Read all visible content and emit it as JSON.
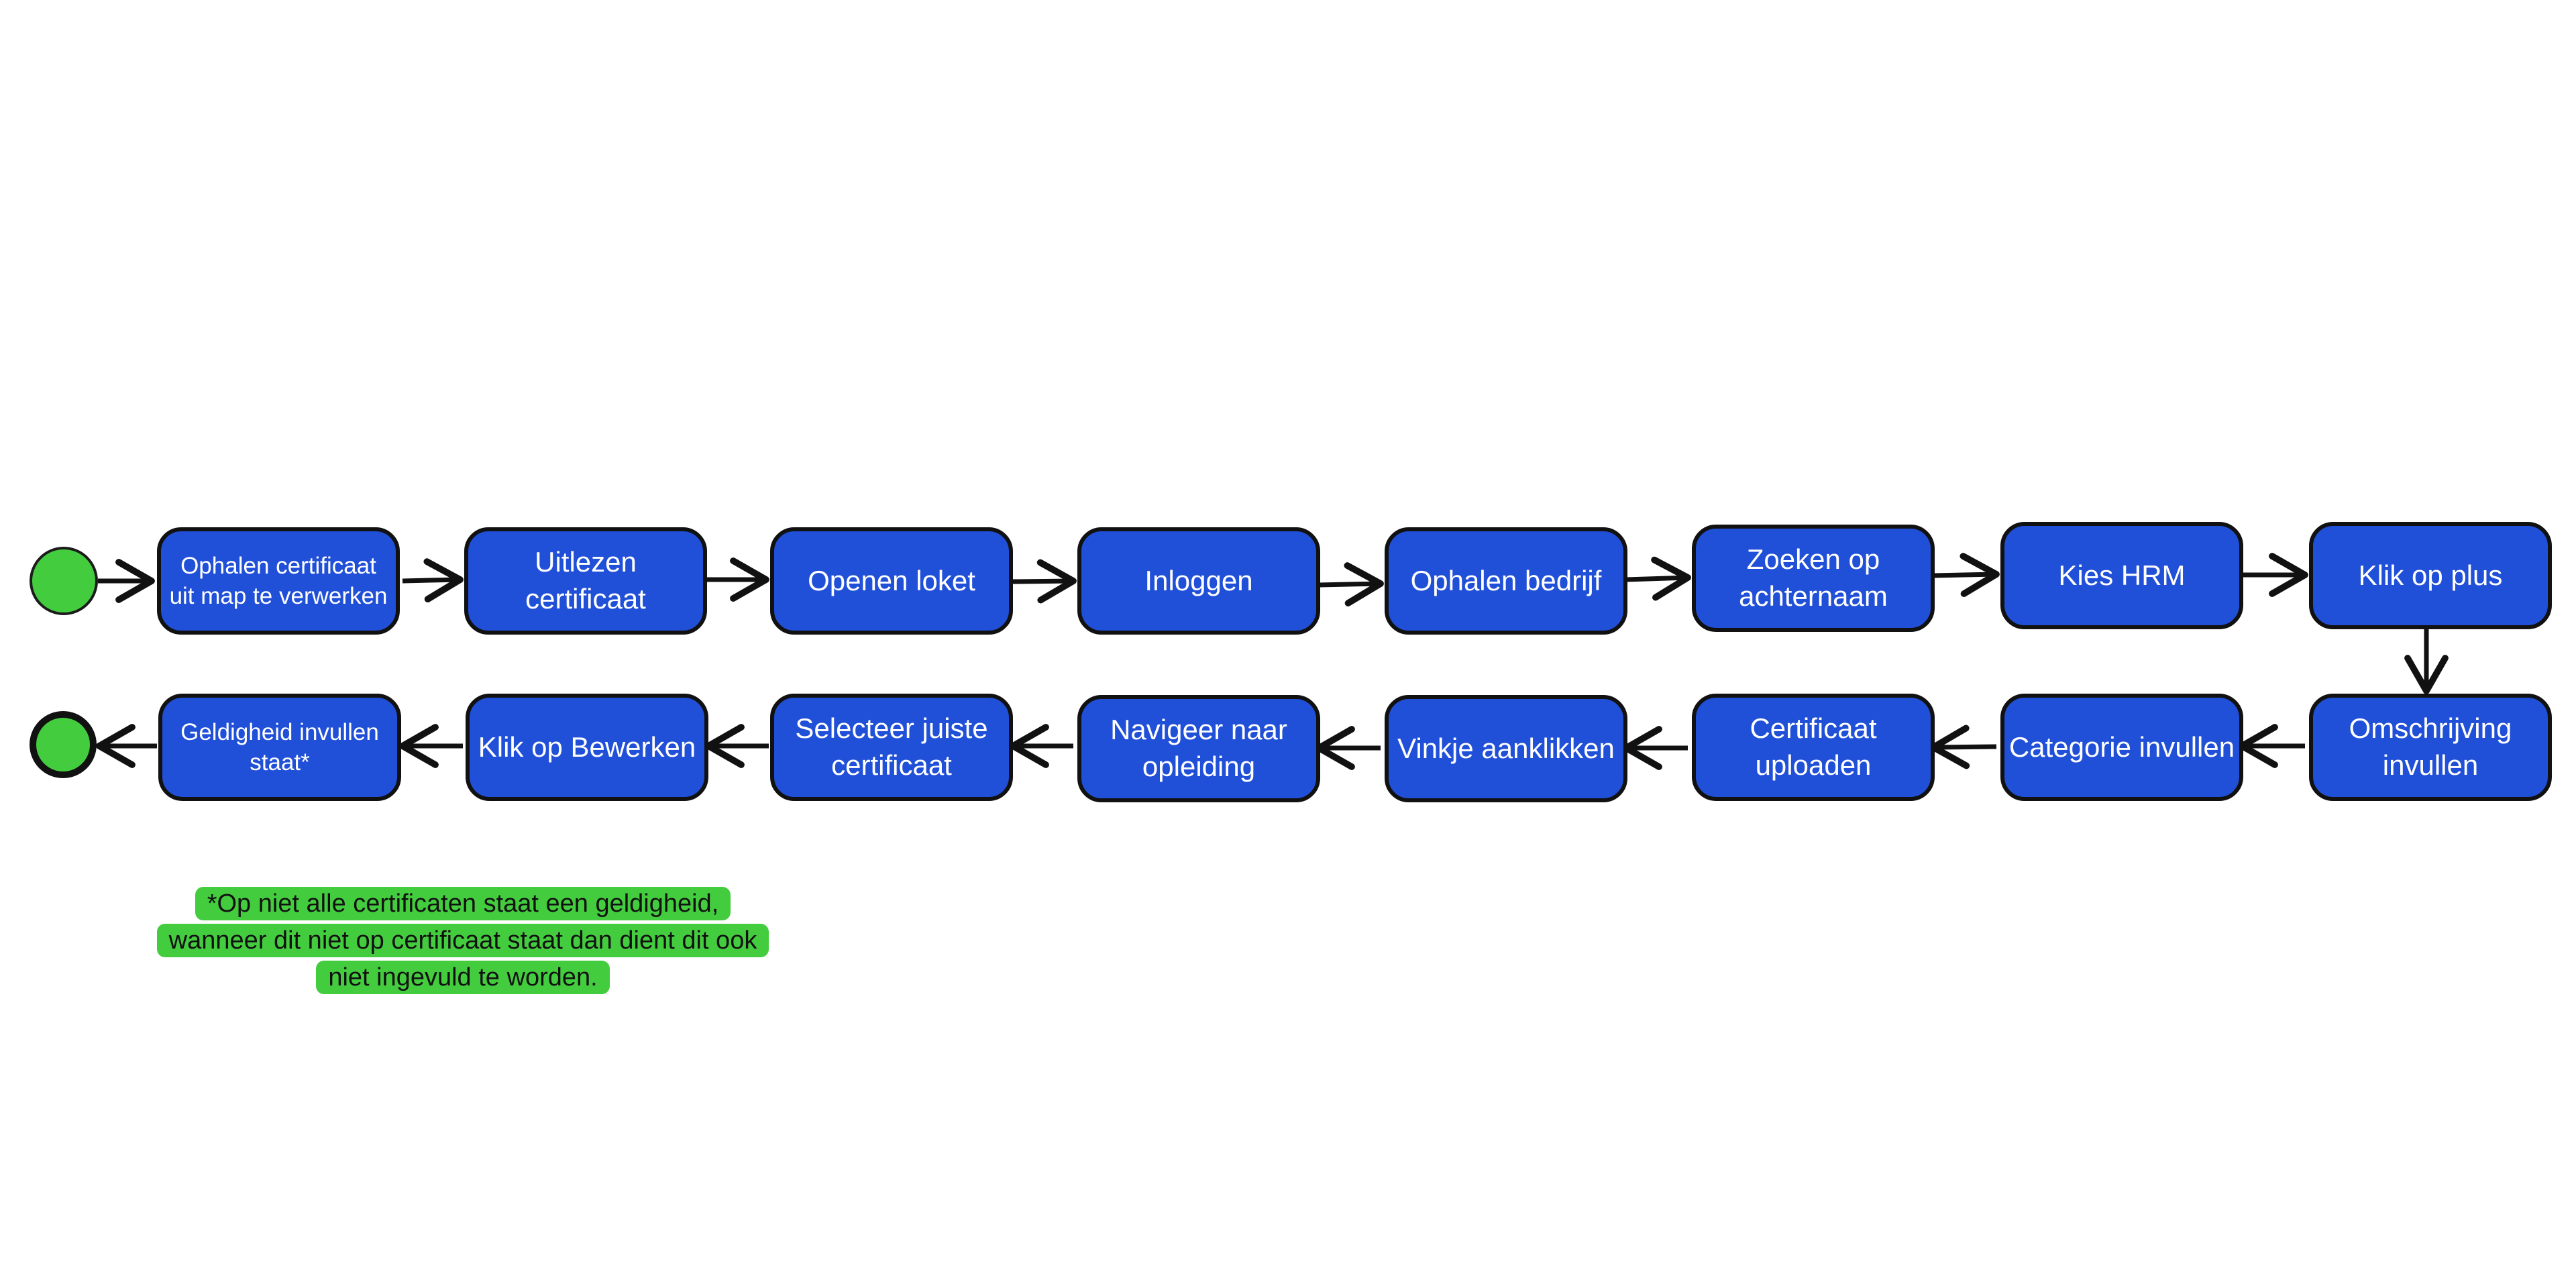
{
  "diagram": {
    "steps": [
      {
        "id": "ophalen-certificaat",
        "label": "Ophalen certificaat uit map te verwerken"
      },
      {
        "id": "uitlezen-certificaat",
        "label": "Uitlezen certificaat"
      },
      {
        "id": "openen-loket",
        "label": "Openen loket"
      },
      {
        "id": "inloggen",
        "label": "Inloggen"
      },
      {
        "id": "ophalen-bedrijf",
        "label": "Ophalen bedrijf"
      },
      {
        "id": "zoeken-op-achternaam",
        "label": "Zoeken op achternaam"
      },
      {
        "id": "kies-hrm",
        "label": "Kies HRM"
      },
      {
        "id": "klik-op-plus",
        "label": "Klik op plus"
      },
      {
        "id": "omschrijving-invullen",
        "label": "Omschrijving invullen"
      },
      {
        "id": "categorie-invullen",
        "label": "Categorie invullen"
      },
      {
        "id": "certificaat-uploaden",
        "label": "Certificaat uploaden"
      },
      {
        "id": "vinkje-aanklikken",
        "label": "Vinkje aanklikken"
      },
      {
        "id": "navigeer-naar-opleiding",
        "label": "Navigeer naar opleiding"
      },
      {
        "id": "selecteer-juiste-certificaat",
        "label": "Selecteer juiste certificaat"
      },
      {
        "id": "klik-op-bewerken",
        "label": "Klik op Bewerken"
      },
      {
        "id": "geldigheid-invullen",
        "label": "Geldigheid invullen staat*"
      }
    ],
    "note": {
      "text": "*Op niet alle certificaten staat een geldigheid, wanneer dit niet op certificaat staat dan dient dit ook niet ingevuld te worden."
    },
    "colors": {
      "step_fill": "#2150d8",
      "step_border": "#111111",
      "step_text": "#ffffff",
      "node_fill": "#44cc3f",
      "note_fill": "#44cc3f",
      "arrow": "#111111"
    }
  }
}
